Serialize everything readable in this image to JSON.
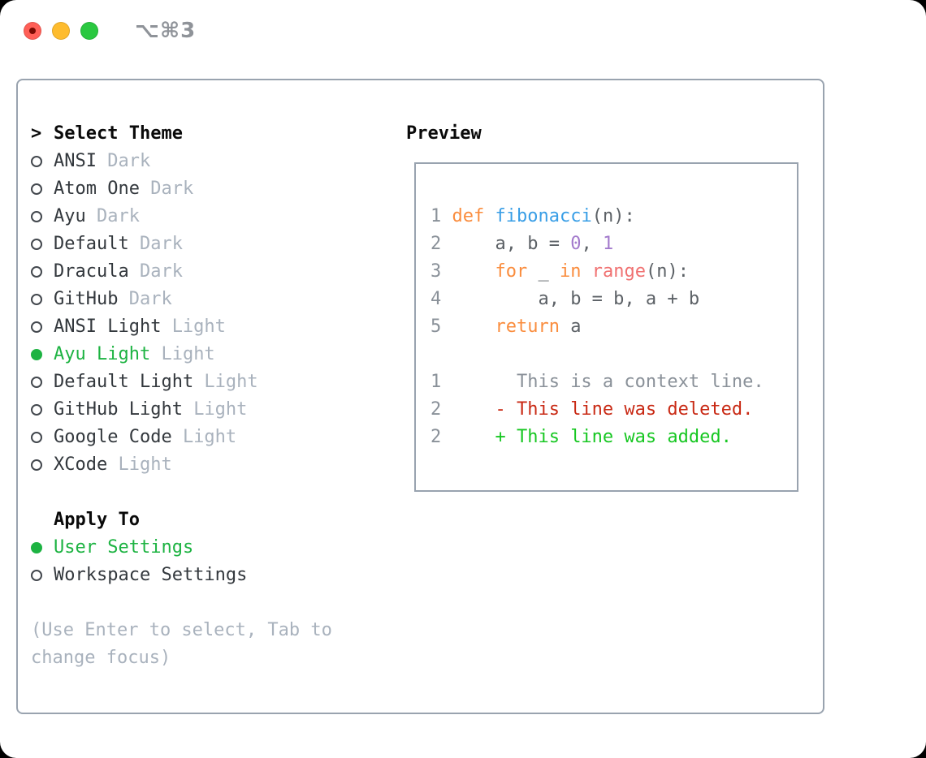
{
  "window": {
    "title": "⌥⌘3"
  },
  "theme_picker": {
    "header_prefix": ">",
    "header": "Select Theme",
    "items": [
      {
        "name": "ANSI",
        "variant": "Dark",
        "selected": false
      },
      {
        "name": "Atom One",
        "variant": "Dark",
        "selected": false
      },
      {
        "name": "Ayu",
        "variant": "Dark",
        "selected": false
      },
      {
        "name": "Default",
        "variant": "Dark",
        "selected": false
      },
      {
        "name": "Dracula",
        "variant": "Dark",
        "selected": false
      },
      {
        "name": "GitHub",
        "variant": "Dark",
        "selected": false
      },
      {
        "name": "ANSI Light",
        "variant": "Light",
        "selected": false
      },
      {
        "name": "Ayu Light",
        "variant": "Light",
        "selected": true
      },
      {
        "name": "Default Light",
        "variant": "Light",
        "selected": false
      },
      {
        "name": "GitHub Light",
        "variant": "Light",
        "selected": false
      },
      {
        "name": "Google Code",
        "variant": "Light",
        "selected": false
      },
      {
        "name": "XCode",
        "variant": "Light",
        "selected": false
      }
    ],
    "apply_to": {
      "header": "Apply To",
      "options": [
        {
          "label": "User Settings",
          "selected": true
        },
        {
          "label": "Workspace Settings",
          "selected": false
        }
      ]
    },
    "hint_lines": [
      "(Use Enter to select, Tab to",
      "change focus)"
    ]
  },
  "preview": {
    "header": "Preview",
    "lines": [
      {
        "num": "1",
        "segments": [
          {
            "t": " ",
            "c": "fg"
          },
          {
            "t": "def",
            "c": "kw"
          },
          {
            "t": " ",
            "c": "fg"
          },
          {
            "t": "fibonacci",
            "c": "fn"
          },
          {
            "t": "(n):",
            "c": "fg"
          }
        ]
      },
      {
        "num": "2",
        "segments": [
          {
            "t": "     a, b = ",
            "c": "fg"
          },
          {
            "t": "0",
            "c": "num"
          },
          {
            "t": ", ",
            "c": "fg"
          },
          {
            "t": "1",
            "c": "num"
          }
        ]
      },
      {
        "num": "3",
        "segments": [
          {
            "t": "     ",
            "c": "fg"
          },
          {
            "t": "for",
            "c": "kw"
          },
          {
            "t": " _ ",
            "c": "fg"
          },
          {
            "t": "in",
            "c": "kw"
          },
          {
            "t": " ",
            "c": "fg"
          },
          {
            "t": "range",
            "c": "bi"
          },
          {
            "t": "(n):",
            "c": "fg"
          }
        ]
      },
      {
        "num": "4",
        "segments": [
          {
            "t": "         a, b = b, a + b",
            "c": "fg"
          }
        ]
      },
      {
        "num": "5",
        "segments": [
          {
            "t": "     ",
            "c": "fg"
          },
          {
            "t": "return",
            "c": "kw"
          },
          {
            "t": " a",
            "c": "fg"
          }
        ]
      },
      {
        "num": "",
        "segments": []
      },
      {
        "num": "1",
        "segments": [
          {
            "t": "       This is a context line.",
            "c": "ctx"
          }
        ]
      },
      {
        "num": "2",
        "segments": [
          {
            "t": "     - This line was deleted.",
            "c": "del"
          }
        ]
      },
      {
        "num": "2",
        "segments": [
          {
            "t": "     + This line was added.",
            "c": "add"
          }
        ]
      }
    ]
  },
  "colors": {
    "accent_green": "#1DB342",
    "added_green": "#17C722",
    "removed_red": "#C92A15",
    "keyword_orange": "#FA8D3E",
    "function_blue": "#399EE6",
    "number_purple": "#A37ACC",
    "builtin_coral": "#F07171",
    "code_fg": "#5C6166",
    "line_number_gray": "#8A9199",
    "muted_gray": "#A9B2BD",
    "label_dark": "#33383D",
    "heading_black": "#0A0A0A",
    "radio_ring": "#42474D",
    "panel_border": "#99A3AF",
    "title_gray": "#8F9399",
    "traffic_red": "#FF5F57",
    "traffic_red_dot": "#7A0A02",
    "traffic_yellow": "#FEBC2E",
    "traffic_green": "#2AC840"
  }
}
